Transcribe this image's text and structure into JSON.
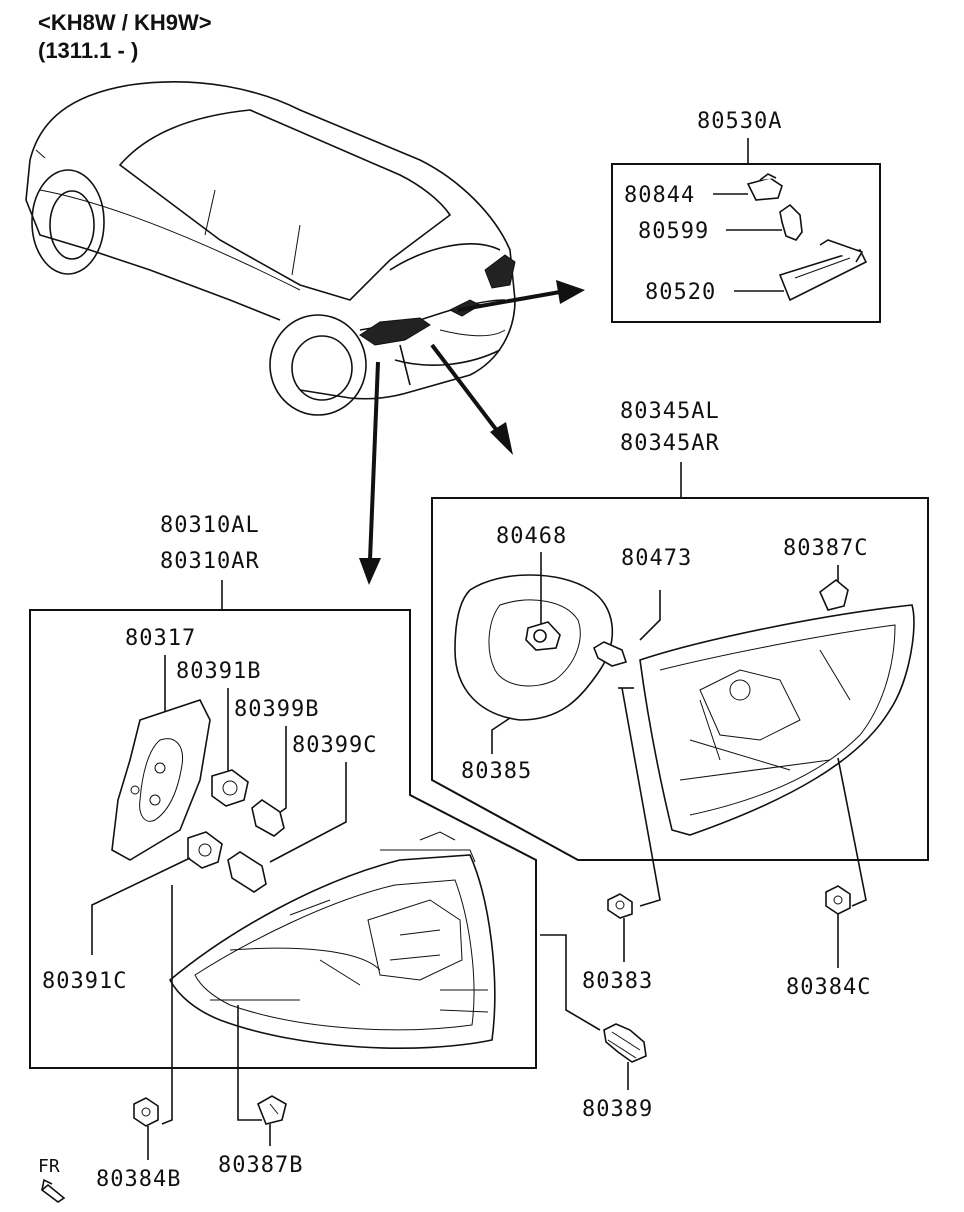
{
  "header": {
    "model_line": "<KH8W / KH9W>",
    "date_line": "(1311.1 - )"
  },
  "front_marker": "FR",
  "parts": {
    "p80530A": "80530A",
    "p80844": "80844",
    "p80599": "80599",
    "p80520": "80520",
    "p80345AL": "80345AL",
    "p80345AR": "80345AR",
    "p80468": "80468",
    "p80473": "80473",
    "p80387C": "80387C",
    "p80385": "80385",
    "p80310AL": "80310AL",
    "p80310AR": "80310AR",
    "p80317": "80317",
    "p80391B": "80391B",
    "p80399B": "80399B",
    "p80399C": "80399C",
    "p80391C": "80391C",
    "p80383": "80383",
    "p80384C": "80384C",
    "p80389": "80389",
    "p80384B": "80384B",
    "p80387B": "80387B"
  },
  "icons": {
    "vehicle": "suv-rear-view-icon",
    "front_arrow": "front-direction-arrow-icon"
  }
}
